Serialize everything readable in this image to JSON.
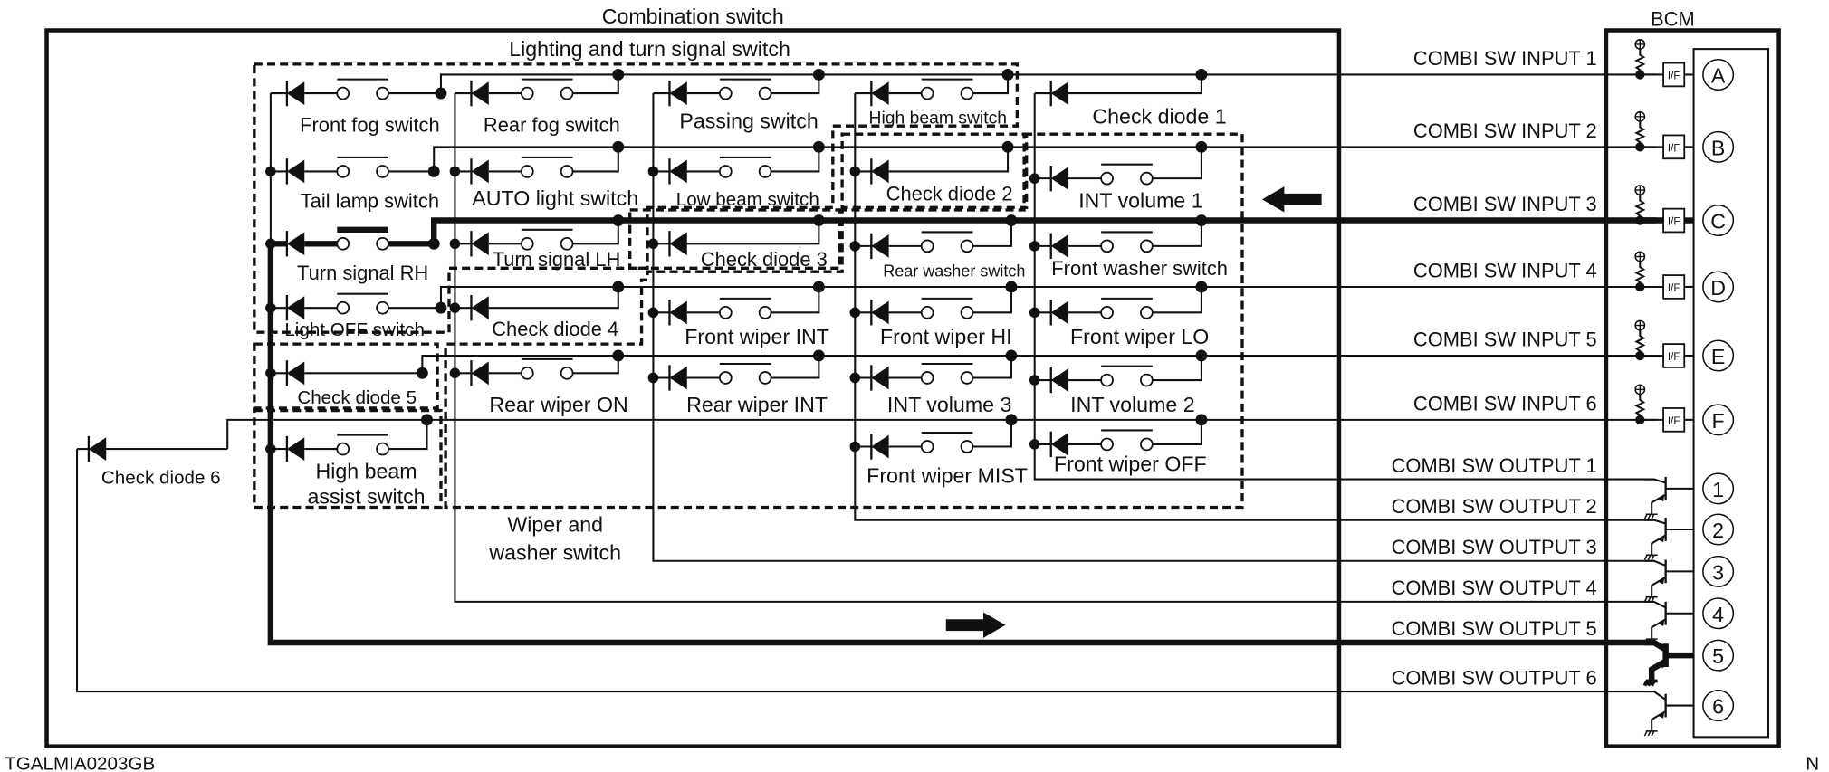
{
  "title": "Combination switch",
  "bcm_title": "BCM",
  "figure_id": "TGALMIA0203GB",
  "corner_mark": "N",
  "groups": {
    "lighting": "Lighting and turn signal switch",
    "wiper_line1": "Wiper and",
    "wiper_line2": "washer switch"
  },
  "switches": {
    "front_fog": "Front fog switch",
    "rear_fog": "Rear fog switch",
    "passing": "Passing switch",
    "high_beam": "High beam switch",
    "check_diode_1": "Check diode 1",
    "tail_lamp": "Tail lamp switch",
    "auto_light": "AUTO light switch",
    "low_beam": "Low beam switch",
    "check_diode_2": "Check diode 2",
    "int_volume_1": "INT volume 1",
    "turn_rh": "Turn signal RH",
    "turn_lh": "Turn signal LH",
    "check_diode_3": "Check diode 3",
    "rear_washer": "Rear washer switch",
    "front_washer": "Front washer switch",
    "light_off": "Light OFF switch",
    "check_diode_4": "Check diode 4",
    "front_wiper_int": "Front wiper INT",
    "front_wiper_hi": "Front wiper HI",
    "front_wiper_lo": "Front wiper LO",
    "check_diode_5": "Check diode 5",
    "rear_wiper_on": "Rear wiper ON",
    "rear_wiper_int": "Rear wiper INT",
    "int_volume_3": "INT volume 3",
    "int_volume_2": "INT volume 2",
    "check_diode_6": "Check diode 6",
    "high_beam_assist_1": "High beam",
    "high_beam_assist_2": "assist switch",
    "front_wiper_mist": "Front wiper MIST",
    "front_wiper_off": "Front wiper OFF"
  },
  "inputs": [
    {
      "label": "COMBI SW INPUT 1",
      "terminal": "A"
    },
    {
      "label": "COMBI SW INPUT 2",
      "terminal": "B"
    },
    {
      "label": "COMBI SW INPUT 3",
      "terminal": "C",
      "active": true
    },
    {
      "label": "COMBI SW INPUT 4",
      "terminal": "D"
    },
    {
      "label": "COMBI SW INPUT 5",
      "terminal": "E"
    },
    {
      "label": "COMBI SW INPUT 6",
      "terminal": "F"
    }
  ],
  "outputs": [
    {
      "label": "COMBI SW OUTPUT 1",
      "terminal": "1"
    },
    {
      "label": "COMBI SW OUTPUT 2",
      "terminal": "2"
    },
    {
      "label": "COMBI SW OUTPUT 3",
      "terminal": "3"
    },
    {
      "label": "COMBI SW OUTPUT 4",
      "terminal": "4"
    },
    {
      "label": "COMBI SW OUTPUT 5",
      "terminal": "5",
      "active": true
    },
    {
      "label": "COMBI SW OUTPUT 6",
      "terminal": "6"
    }
  ],
  "interface_label": "I/F",
  "active_path": "Turn signal RH (INPUT 3 → OUTPUT 5)"
}
